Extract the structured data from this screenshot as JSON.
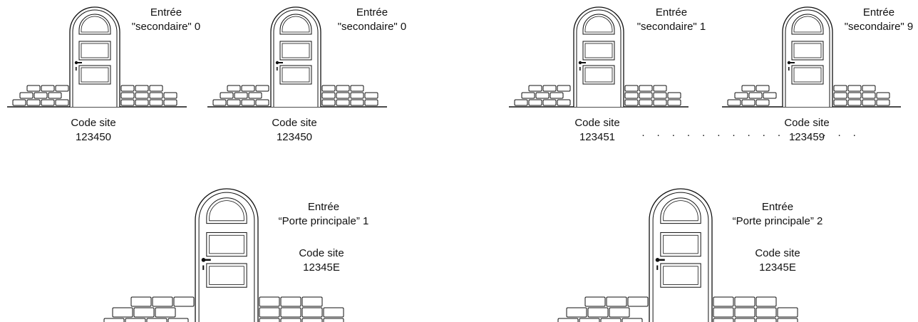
{
  "top_row": [
    {
      "entry_word": "Entrée",
      "entry_name": "\"secondaire\" 0",
      "code_label": "Code site",
      "code_value": "123450"
    },
    {
      "entry_word": "Entrée",
      "entry_name": "\"secondaire\" 0",
      "code_label": "Code site",
      "code_value": "123450"
    },
    {
      "entry_word": "Entrée",
      "entry_name": "\"secondaire\" 1",
      "code_label": "Code site",
      "code_value": "123451"
    },
    {
      "entry_word": "Entrée",
      "entry_name": "\"secondaire\" 9",
      "code_label": "Code site",
      "code_value": "123459"
    }
  ],
  "ellipsis": "· · · · · · · · · · · · · · ·",
  "bottom_row": [
    {
      "entry_word": "Entrée",
      "entry_name": "“Porte principale” 1",
      "code_label": "Code site",
      "code_value": "12345E"
    },
    {
      "entry_word": "Entrée",
      "entry_name": "“Porte principale” 2",
      "code_label": "Code site",
      "code_value": "12345E"
    }
  ]
}
